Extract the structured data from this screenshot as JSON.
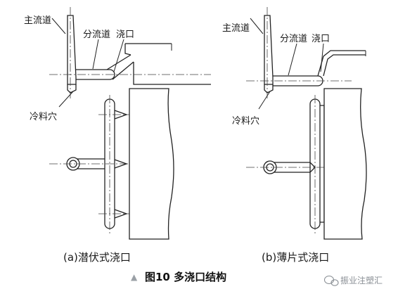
{
  "labels": {
    "main_runner": "主流道",
    "branch_runner": "分流道",
    "gate": "浇口",
    "cold_slug_well": "冷料穴"
  },
  "subfigures": {
    "a": "(a)潜伏式浇口",
    "b": "(b)薄片式浇口"
  },
  "caption": {
    "marker": "▲",
    "text": "图10 多浇口结构"
  },
  "watermark": {
    "text": "振业注塑汇"
  }
}
